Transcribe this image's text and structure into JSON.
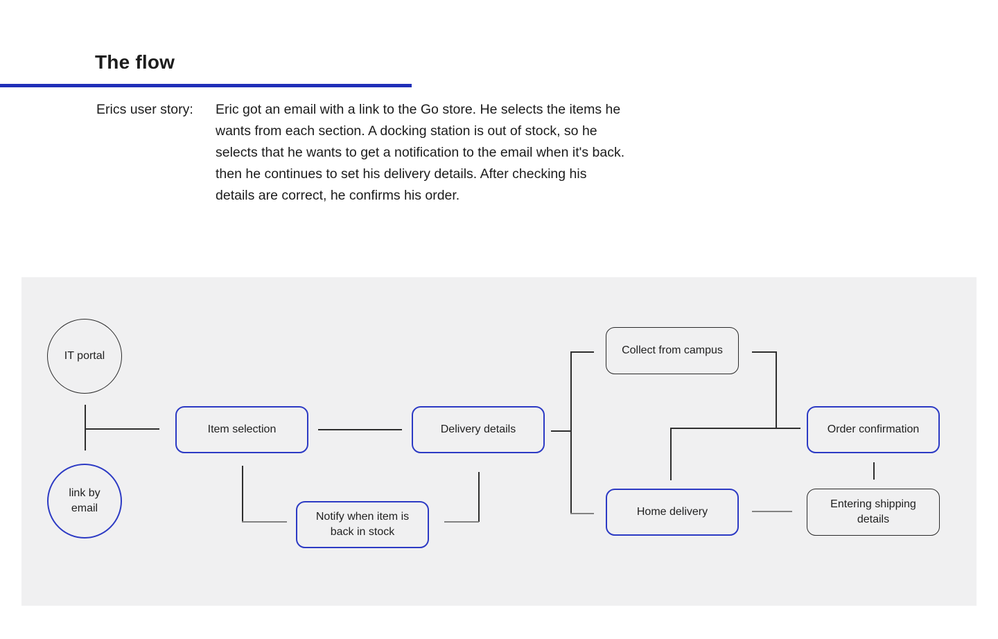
{
  "header": {
    "title": "The flow"
  },
  "story": {
    "label": "Erics user story:",
    "text": "Eric got an email with a link to the Go store. He selects the items he\nwants from each section. A docking station is out of stock, so he\nselects that he wants to get a notification to the email when it's back.\nthen he continues to set his delivery details. After checking his\ndetails are correct, he confirms his order."
  },
  "diagram": {
    "nodes": {
      "it_portal": {
        "label": "IT portal",
        "shape": "circle",
        "stroke": "black"
      },
      "link_by_email": {
        "label": "link by\nemail",
        "shape": "circle",
        "stroke": "blue"
      },
      "item_selection": {
        "label": "Item selection",
        "shape": "rounded-rect",
        "stroke": "blue"
      },
      "delivery_details": {
        "label": "Delivery details",
        "shape": "rounded-rect",
        "stroke": "blue"
      },
      "notify_back_in_stock": {
        "label": "Notify when item is\nback in stock",
        "shape": "rounded-rect",
        "stroke": "blue"
      },
      "collect_from_campus": {
        "label": "Collect from campus",
        "shape": "rounded-rect",
        "stroke": "black"
      },
      "home_delivery": {
        "label": "Home delivery",
        "shape": "rounded-rect",
        "stroke": "blue"
      },
      "order_confirmation": {
        "label": "Order confirmation",
        "shape": "rounded-rect",
        "stroke": "blue"
      },
      "entering_shipping_details": {
        "label": "Entering shipping\ndetails",
        "shape": "rounded-rect",
        "stroke": "black"
      }
    },
    "edges": [
      {
        "from": "it_portal",
        "to": "link_by_email"
      },
      {
        "from": "it_portal",
        "to": "item_selection"
      },
      {
        "from": "item_selection",
        "to": "delivery_details"
      },
      {
        "from": "item_selection",
        "to": "notify_back_in_stock"
      },
      {
        "from": "delivery_details",
        "to": "notify_back_in_stock"
      },
      {
        "from": "delivery_details",
        "to": "collect_from_campus"
      },
      {
        "from": "delivery_details",
        "to": "home_delivery"
      },
      {
        "from": "collect_from_campus",
        "to": "order_confirmation"
      },
      {
        "from": "home_delivery",
        "to": "order_confirmation"
      },
      {
        "from": "home_delivery",
        "to": "entering_shipping_details"
      },
      {
        "from": "order_confirmation",
        "to": "entering_shipping_details"
      }
    ],
    "colors": {
      "accent_rule": "#1f2fb8",
      "node_stroke_blue": "#2c3ac4",
      "node_stroke_black": "#2a2a2a",
      "connector_dark": "#2e2e2e",
      "connector_gray": "#828282",
      "panel_background": "#f0f0f1",
      "text": "#1c1c1c"
    }
  }
}
